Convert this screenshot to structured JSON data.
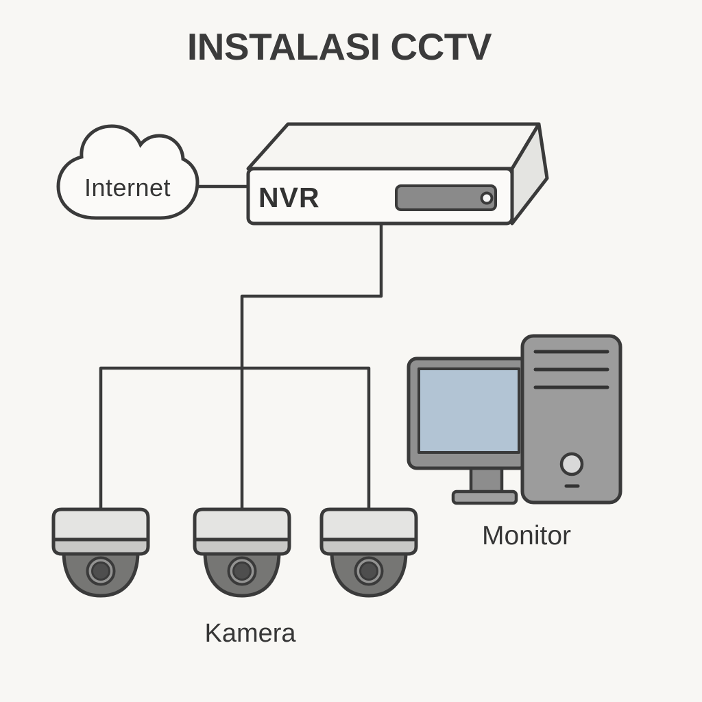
{
  "title": "INSTALASI CCTV",
  "nodes": {
    "internet": {
      "label": "Internet",
      "type": "cloud"
    },
    "nvr": {
      "label": "NVR",
      "type": "recorder"
    },
    "cameras": {
      "label": "Kamera",
      "count": 3,
      "type": "dome-camera"
    },
    "monitor": {
      "label": "Monitor",
      "type": "monitor-with-pc-tower"
    }
  },
  "connections": [
    {
      "from": "internet",
      "to": "nvr"
    },
    {
      "from": "nvr",
      "to": "camera-1"
    },
    {
      "from": "nvr",
      "to": "camera-2"
    },
    {
      "from": "nvr",
      "to": "camera-3"
    }
  ],
  "colors": {
    "background": "#f8f7f4",
    "outline": "#3a3a3a",
    "deviceFace": "#fbfaf8",
    "deviceTop": "#f6f5f2",
    "deviceSide": "#e4e4e1",
    "slot": "#8a8a8a",
    "slotButton": "#f6f6f6",
    "cameraBase": "#e4e4e2",
    "cameraBaseBand": "#c8c8c6",
    "dome": "#767674",
    "lensRing": "#939392",
    "lensCore": "#4e4e4e",
    "towerGray": "#9c9c9c",
    "frameGray": "#909090",
    "neckGray": "#8d8d8d",
    "baseGray": "#9f9f9f",
    "screenBlue": "#b2c4d4",
    "buttonLight": "#d9d9d9",
    "cloudFill": "#fbfaf8",
    "text": "#363636"
  }
}
